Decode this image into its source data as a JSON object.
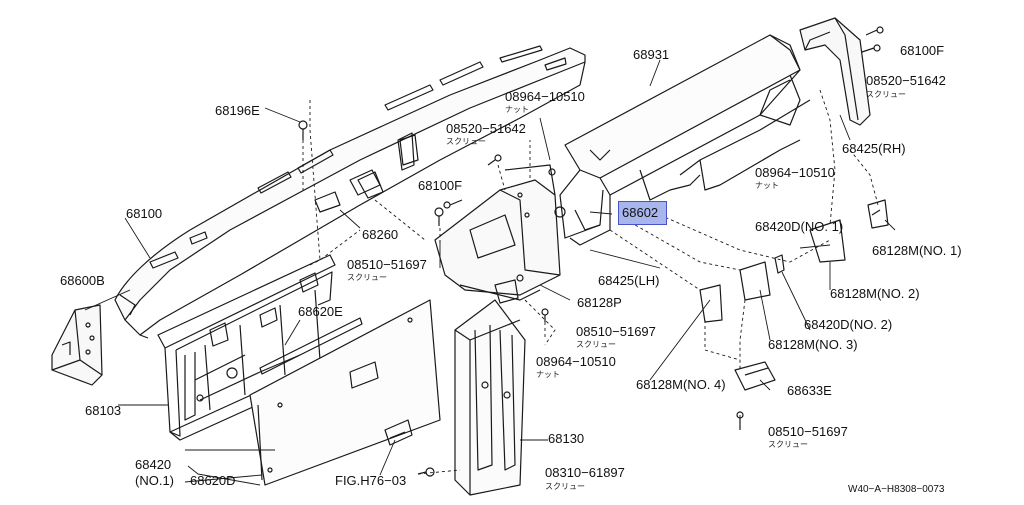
{
  "labels": {
    "p68931": "68931",
    "p68100F_top": "68100F",
    "p08520_51642_top": "08520−51642",
    "p68196E": "68196E",
    "p08964_10510_a": "08964−10510",
    "p08520_51642_mid": "08520−51642",
    "p68425RH": "68425(RH)",
    "p08964_10510_b": "08964−10510",
    "p68100F_mid": "68100F",
    "p68100": "68100",
    "p68602": "68602",
    "p68420D_1": "68420D(NO. 1)",
    "p68128M_1": "68128M(NO. 1)",
    "p68260": "68260",
    "p08510_51697_a": "08510−51697",
    "p68425LH": "68425(LH)",
    "p68600B": "68600B",
    "p68128M_2": "68128M(NO. 2)",
    "p68128P": "68128P",
    "p68620E": "68620E",
    "p08510_51697_b": "08510−51697",
    "p68420D_2": "68420D(NO. 2)",
    "p68128M_3": "68128M(NO. 3)",
    "p08964_10510_c": "08964−10510",
    "p68128M_4": "68128M(NO. 4)",
    "p68633E": "68633E",
    "p68103": "68103",
    "p68130": "68130",
    "p08510_51697_c": "08510−51697",
    "p68420": "68420",
    "p68420_no1": "(NO.1)",
    "p68620D": "68620D",
    "fig": "FIG.H76−03",
    "p08310_61897": "08310−61897"
  },
  "sublabels": {
    "screw_top": "スクリュー",
    "nut_a": "ナット",
    "screw_mid": "スクリュー",
    "nut_b": "ナット",
    "screw_a": "スクリュー",
    "screw_b": "スクリュー",
    "nut_c": "ナット",
    "screw_c": "スクリュー",
    "screw_d": "スクリュー"
  },
  "diagram_code": "W40−A−H8308−0073",
  "colors": {
    "line": "#1a1a1a",
    "highlight_fill": "#a9b6ee",
    "highlight_border": "#4a52c8"
  }
}
